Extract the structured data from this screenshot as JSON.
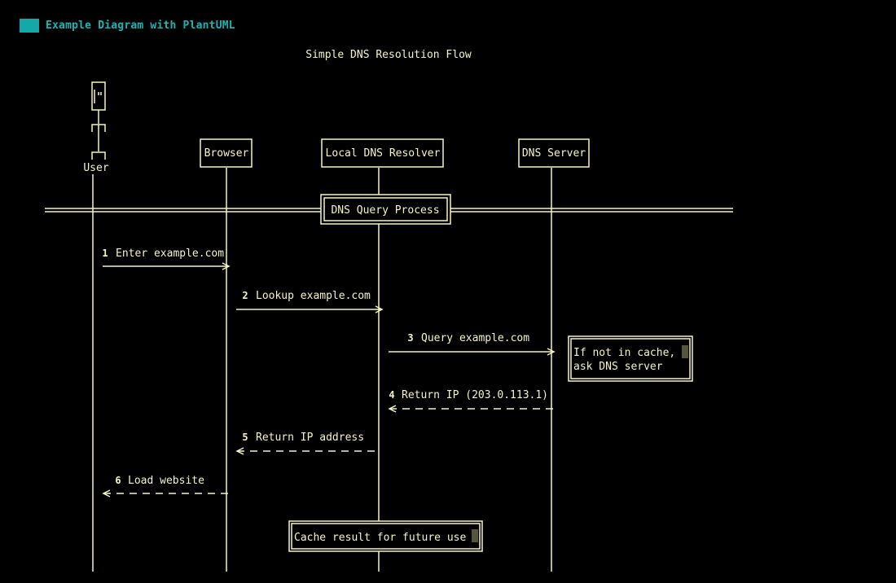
{
  "header": {
    "title": "Example Diagram with PlantUML",
    "accent_color": "#16a8a8"
  },
  "diagram": {
    "title": "Simple DNS Resolution Flow",
    "participants": {
      "user": "User",
      "browser": "Browser",
      "resolver": "Local DNS Resolver",
      "dns_server": "DNS Server"
    },
    "divider": "DNS Query Process",
    "messages": [
      {
        "num": "1",
        "text": "Enter example.com",
        "style": "solid"
      },
      {
        "num": "2",
        "text": "Lookup example.com",
        "style": "solid"
      },
      {
        "num": "3",
        "text": "Query example.com",
        "style": "solid"
      },
      {
        "num": "4",
        "text": "Return IP (203.0.113.1)",
        "style": "dashed"
      },
      {
        "num": "5",
        "text": "Return IP address",
        "style": "dashed"
      },
      {
        "num": "6",
        "text": "Load website",
        "style": "dashed"
      }
    ],
    "notes": {
      "cache_note_line1": "If not in cache,",
      "cache_note_line2": "ask DNS server",
      "cache_result": "Cache result for future use"
    },
    "colors": {
      "line": "#f6f3c6",
      "background": "#000000",
      "cursor": "#55553a"
    }
  }
}
